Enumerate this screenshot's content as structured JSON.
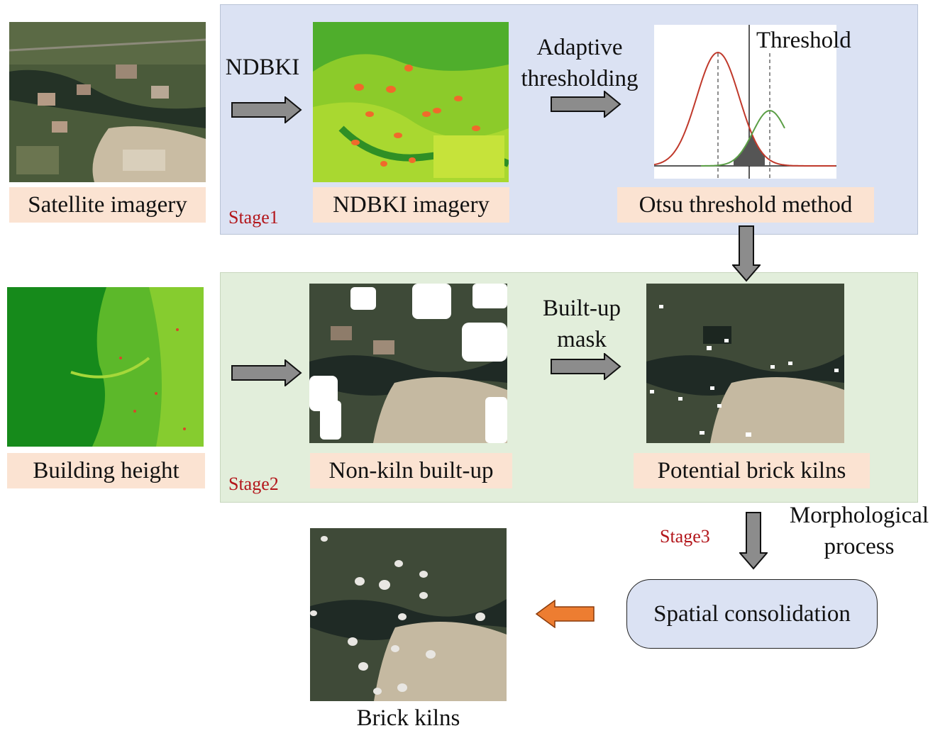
{
  "stage1": {
    "label": "Stage1"
  },
  "stage2": {
    "label": "Stage2"
  },
  "stage3": {
    "label": "Stage3"
  },
  "captions": {
    "satellite": "Satellite imagery",
    "ndbki_imagery": "NDBKI imagery",
    "otsu": "Otsu threshold method",
    "building_height": "Building height",
    "non_kiln": "Non-kiln built-up",
    "potential": "Potential brick kilns",
    "brick_kilns": "Brick kilns"
  },
  "arrow_labels": {
    "ndbki": "NDBKI",
    "adaptive_line1": "Adaptive",
    "adaptive_line2": "thresholding",
    "builtup_line1": "Built-up",
    "builtup_line2": "mask",
    "morph_line1": "Morphological",
    "morph_line2": "process"
  },
  "otsu_chart": {
    "threshold_label": "Threshold"
  },
  "process_box": {
    "label": "Spatial consolidation"
  },
  "colors": {
    "stage1_bg": "#dbe2f3",
    "stage2_bg": "#e2eedb",
    "caption_bg": "#fbe3d2",
    "stage_label": "#b3161b",
    "arrow_gray": "#8c8c8c",
    "arrow_orange": "#ed7d31",
    "curve_red": "#c0392b",
    "curve_green": "#5a9e45"
  },
  "icons": [
    "gray-block-arrow-icon",
    "orange-block-arrow-icon"
  ]
}
